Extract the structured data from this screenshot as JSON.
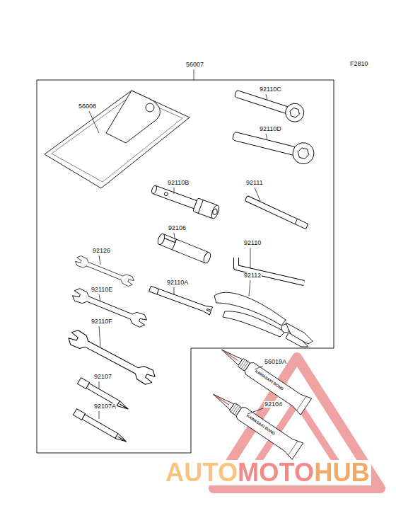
{
  "diagram": {
    "labels": [
      "F2810",
      "56007",
      "56008",
      "92110C",
      "92110D",
      "92110B",
      "92111",
      "92106",
      "92110",
      "92126",
      "92110A",
      "92112",
      "92110E",
      "92110F",
      "92107",
      "92107A",
      "56019A",
      "92104",
      "KAWASAKI BOND",
      "KAWASAKI BOND",
      "AUTOMOTOHUB"
    ]
  }
}
